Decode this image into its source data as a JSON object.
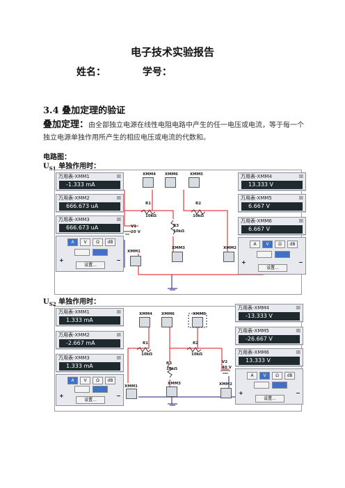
{
  "doc": {
    "title": "电子技术实验报告",
    "name_label": "姓名：",
    "id_label": "学号：",
    "section": "3.4 叠加定理的验证",
    "theorem_term": "叠加定理：",
    "theorem_body": "由全部独立电源在线性电阻电路中产生的任一电压或电流，等于每一个独立电源单独作用所产生的相应电压或电流的代数和。",
    "diagram_label": "电路图：",
    "case1_label_main": "U",
    "case1_label_sub": "S1",
    "case1_label_tail": " 单独作用时：",
    "case2_label_main": "U",
    "case2_label_sub": "S2",
    "case2_label_tail": " 单独作用时："
  },
  "case1": {
    "meters": [
      {
        "title": "万用表-XMM1",
        "value": "-1.333 mA"
      },
      {
        "title": "万用表-XMM2",
        "value": "666.673 uA"
      },
      {
        "title": "万用表-XMM3",
        "value": "666.673 uA"
      },
      {
        "title": "万用表-XMM4",
        "value": "13.333 V"
      },
      {
        "title": "万用表-XMM5",
        "value": "6.667 V"
      },
      {
        "title": "万用表-XMM6",
        "value": "6.667 V"
      }
    ],
    "labels": {
      "xmm4": "XMM4",
      "xmm6": "XMM6",
      "xmm5": "XMM5",
      "r1": "R1",
      "r1v": "10kΩ",
      "r2": "R2",
      "r2v": "10kΩ",
      "r3": "R3",
      "r3v": "10kΩ",
      "v1": "V1",
      "v1v": "20 V",
      "xmm1": "XMM1",
      "xmm3": "XMM3",
      "xmm2": "XMM2"
    }
  },
  "case2": {
    "meters": [
      {
        "title": "万用表-XMM1",
        "value": "1.333 mA"
      },
      {
        "title": "万用表-XMM2",
        "value": "-2.667 mA"
      },
      {
        "title": "万用表-XMM3",
        "value": "1.333 mA"
      },
      {
        "title": "万用表-XMM4",
        "value": "-13.333 V"
      },
      {
        "title": "万用表-XMM5",
        "value": "-26.667 V"
      },
      {
        "title": "万用表-XMM6",
        "value": "13.333 V"
      }
    ],
    "labels": {
      "xmm4": "XMM4",
      "xmm6": "XMM6",
      "xmm5": "XMM5",
      "r1": "R1",
      "r1v": "10kΩ",
      "r2": "R2",
      "r2v": "10kΩ",
      "r3": "R3",
      "r3v": "10kΩ",
      "v2": "V2",
      "v2v": "40 V",
      "xmm1": "XMM1",
      "xmm3": "XMM3",
      "xmm2": "XMM2"
    }
  },
  "controls": {
    "a": "A",
    "v": "V",
    "ohm": "Ω",
    "db": "dB",
    "settings": "设置...",
    "plus": "+",
    "minus": "−"
  }
}
